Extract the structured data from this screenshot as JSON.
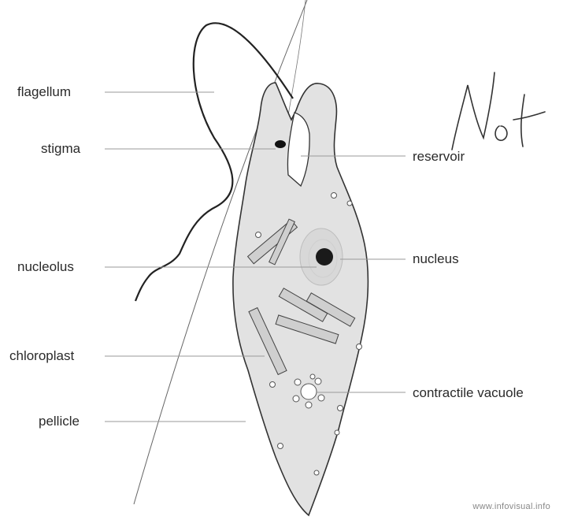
{
  "diagram": {
    "labels": {
      "flagellum": "flagellum",
      "stigma": "stigma",
      "nucleolus": "nucleolus",
      "chloroplast": "chloroplast",
      "pellicle": "pellicle",
      "reservoir": "reservoir",
      "nucleus": "nucleus",
      "contractile_vacuole": "contractile vacuole"
    },
    "handwriting": "Not",
    "credit": "www.infovisual.info"
  },
  "colors": {
    "cell_fill": "#e2e2e2",
    "outline": "#333333",
    "leader": "#9a9a9a",
    "nucleolus": "#1a1a1a",
    "nucleus_ring": "#c9c9c9"
  }
}
